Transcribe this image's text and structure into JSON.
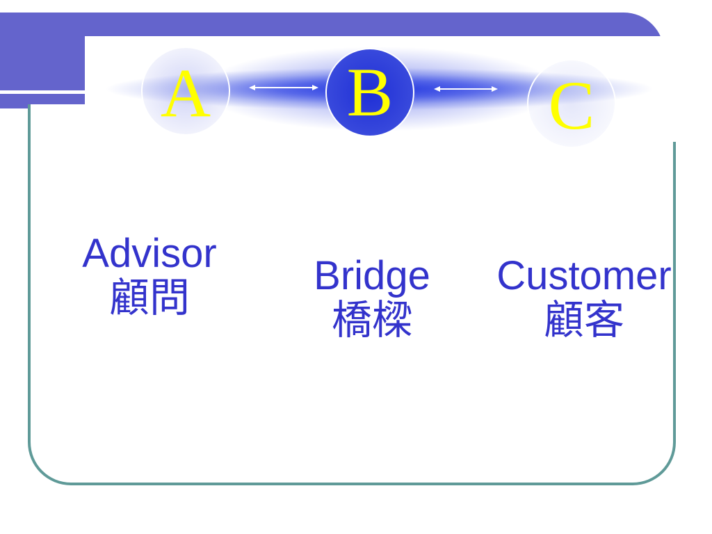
{
  "banner": {
    "letters": [
      "A",
      "B",
      "C"
    ],
    "arrow_style": "double-headed",
    "colors": {
      "band": "#6464cc",
      "frame": "#5f9a98",
      "letter": "#ffff00",
      "glow": "#2a3ee0",
      "label_text": "#3333cc"
    }
  },
  "labels": [
    {
      "en": "Advisor",
      "cn": "顧問"
    },
    {
      "en": "Bridge",
      "cn": "橋樑"
    },
    {
      "en": "Customer",
      "cn": "顧客"
    }
  ]
}
